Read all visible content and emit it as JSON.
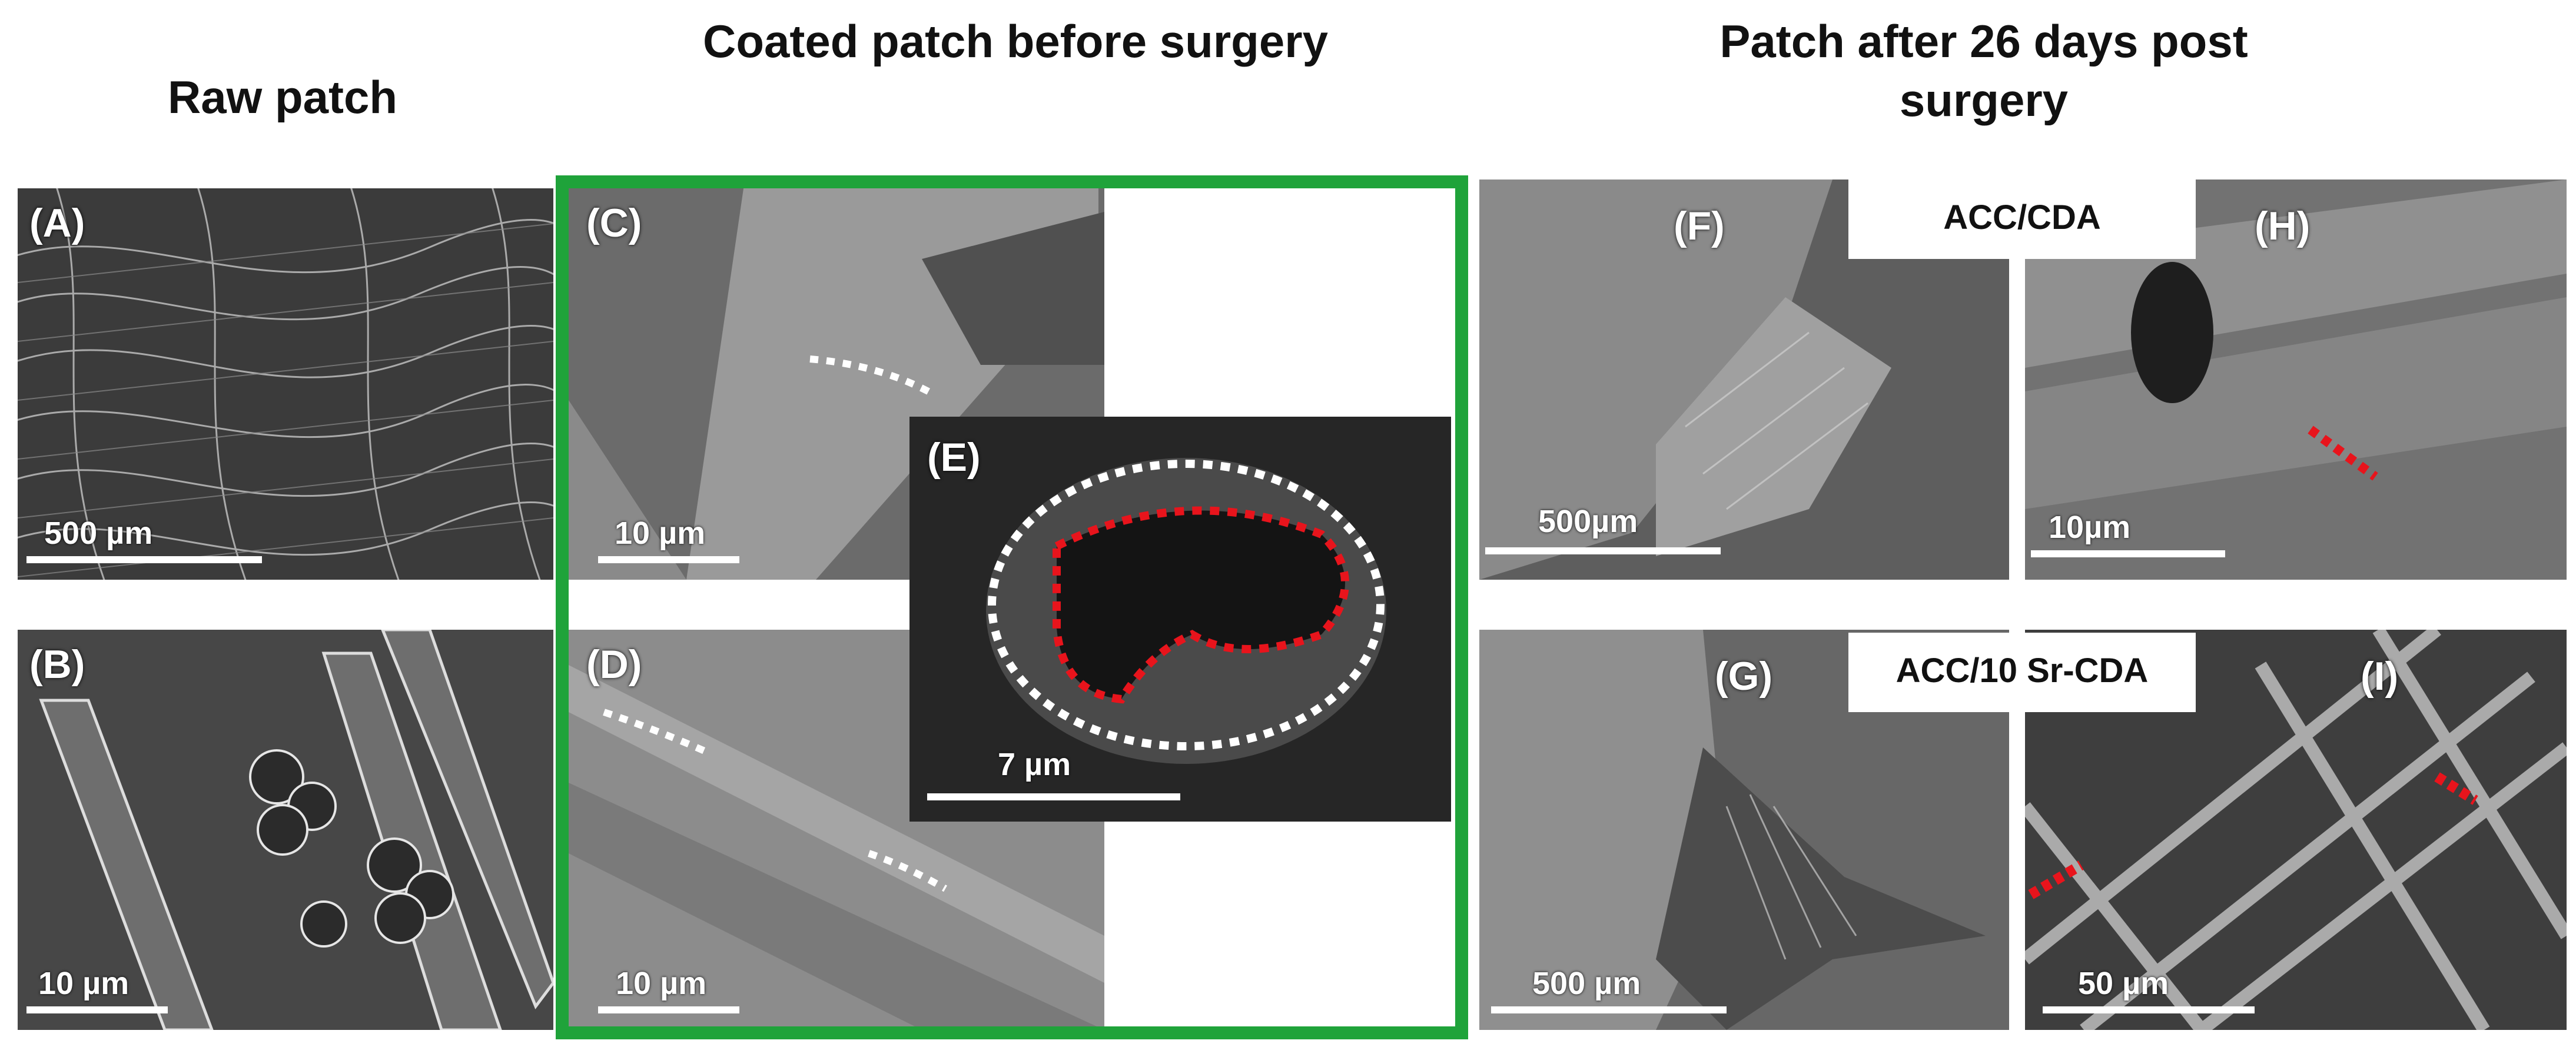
{
  "titles": {
    "raw": "Raw patch",
    "coated": "Coated patch before surgery",
    "post": "Patch after 26 days post surgery"
  },
  "panels": {
    "A": {
      "label": "(A)",
      "scale": "500 µm"
    },
    "B": {
      "label": "(B)",
      "scale": "10 µm"
    },
    "C": {
      "label": "(C)",
      "scale": "10 µm"
    },
    "D": {
      "label": "(D)",
      "scale": "10 µm"
    },
    "E": {
      "label": "(E)",
      "scale": "7 µm"
    },
    "F": {
      "label": "(F)",
      "scale": "500µm"
    },
    "G": {
      "label": "(G)",
      "scale": "500 µm"
    },
    "H": {
      "label": "(H)",
      "scale": "10µm"
    },
    "I": {
      "label": "(I)",
      "scale": "50 µm"
    }
  },
  "conditions": {
    "top": "ACC/CDA",
    "bottom": "ACC/10 Sr-CDA"
  },
  "colors": {
    "frame": "#1fa33a",
    "annotation_red": "#e8141c",
    "annotation_white": "#ffffff"
  }
}
